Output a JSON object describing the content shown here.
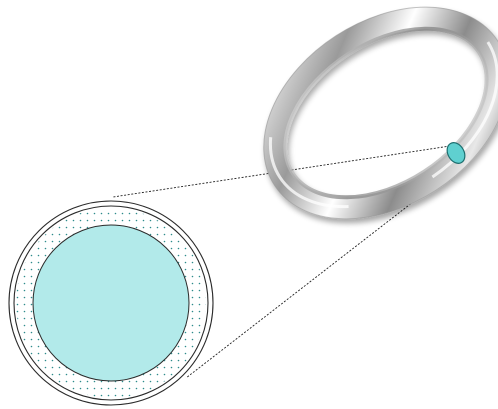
{
  "diagram": {
    "colors": {
      "background": "#ffffff",
      "core_fill": "#b2eaea",
      "core_stroke": "#2a2a2a",
      "coating_dots": "#2e8b8b",
      "outline": "#2a2a2a",
      "marker_fill": "#5fd0d0",
      "marker_stroke": "#1d6f6f",
      "leader_line": "#222222",
      "ring_highlight": "#ffffff",
      "ring_midtone": "#c8c8c8",
      "ring_shadow": "#6e6e6e"
    },
    "parts": [
      "metallic-ring",
      "cross-section-marker",
      "magnified-cross-section",
      "core",
      "coating-layer",
      "outer-jacket",
      "leader-lines"
    ]
  }
}
